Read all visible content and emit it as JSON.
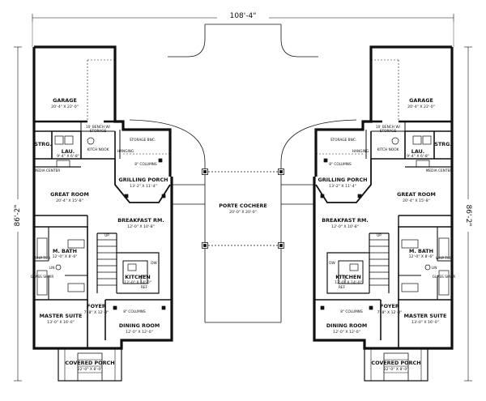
{
  "dimensions": {
    "overall_width": "108'-4\"",
    "overall_depth": "86'-2\""
  },
  "porte_cochere": {
    "name": "PORTE COCHERE",
    "size": "20'-0\" X 20'-0\""
  },
  "left": {
    "garage": {
      "name": "GARAGE",
      "size": "20'-4\" X 22'-0\""
    },
    "bench": "10' BENCH W/",
    "storage": "STORAGE",
    "strg": "STRG.",
    "lau": {
      "name": "LAU.",
      "size": "9'-4\" X 6'-8\""
    },
    "kitch_nook": "KITCH NOOK",
    "media_center": "MEDIA CENTER",
    "storage_bnc": "STORAGE BNC.",
    "hanging": "HANGING",
    "columns_top": "8\" COLUMNS",
    "grilling_porch": {
      "name": "GRILLING PORCH",
      "size": "13'-2\" X 11'-4\""
    },
    "great_room": {
      "name": "GREAT ROOM",
      "size": "20'-4\" X 15'-8\""
    },
    "breakfast": {
      "name": "BREAKFAST RM.",
      "size": "12'-0\" X 10'-8\""
    },
    "m_bath": {
      "name": "M. BATH",
      "size": "12'-0\" X 8'-6\""
    },
    "whp_tub": "WHP TUB",
    "lin": "LIN",
    "glass_shwr": "GLASS SHWR",
    "kitchen": {
      "name": "KITCHEN",
      "size": "12'-0\" X 14'-0\""
    },
    "dw": "DW",
    "ref": "REF",
    "up": "UP",
    "master_suite": {
      "name": "MASTER SUITE",
      "size": "13'-0\" X 16'-0\""
    },
    "foyer": {
      "name": "FOYER",
      "size": "7'-8\" X 12'-0\""
    },
    "dining_room": {
      "name": "DINING ROOM",
      "size": "12'-0\" X 12'-0\""
    },
    "columns_mid": "8\" COLUMNS",
    "covered_porch": {
      "name": "COVERED PORCH",
      "size": "22'-0\" X 8'-0\""
    }
  },
  "right": {
    "garage": {
      "name": "GARAGE",
      "size": "20'-4\" X 22'-0\""
    },
    "bench": "10' BENCH W/",
    "storage": "STORAGE",
    "strg": "STRG.",
    "lau": {
      "name": "LAU.",
      "size": "9'-4\" X 6'-8\""
    },
    "kitch_nook": "KITCH NOOK",
    "media_center": "MEDIA CENTER",
    "storage_bnc": "STORAGE BNC.",
    "hanging": "HANGING",
    "columns_top": "8\" COLUMNS",
    "grilling_porch": {
      "name": "GRILLING PORCH",
      "size": "13'-2\" X 11'-4\""
    },
    "great_room": {
      "name": "GREAT ROOM",
      "size": "20'-4\" X 15'-8\""
    },
    "breakfast": {
      "name": "BREAKFAST RM.",
      "size": "12'-0\" X 10'-8\""
    },
    "m_bath": {
      "name": "M. BATH",
      "size": "12'-0\" X 8'-6\""
    },
    "whp_tub": "WHP TUB",
    "lin": "LIN",
    "glass_shwr": "GLASS SHWR",
    "kitchen": {
      "name": "KITCHEN",
      "size": "12'-0\" X 14'-0\""
    },
    "dw": "DW",
    "ref": "REF",
    "up": "UP",
    "master_suite": {
      "name": "MASTER SUITE",
      "size": "13'-0\" X 16'-0\""
    },
    "foyer": {
      "name": "FOYER",
      "size": "7'-8\" X 12'-0\""
    },
    "dining_room": {
      "name": "DINING ROOM",
      "size": "12'-0\" X 12'-0\""
    },
    "columns_mid": "8\" COLUMNS",
    "covered_porch": {
      "name": "COVERED PORCH",
      "size": "22'-0\" X 8'-0\""
    }
  }
}
